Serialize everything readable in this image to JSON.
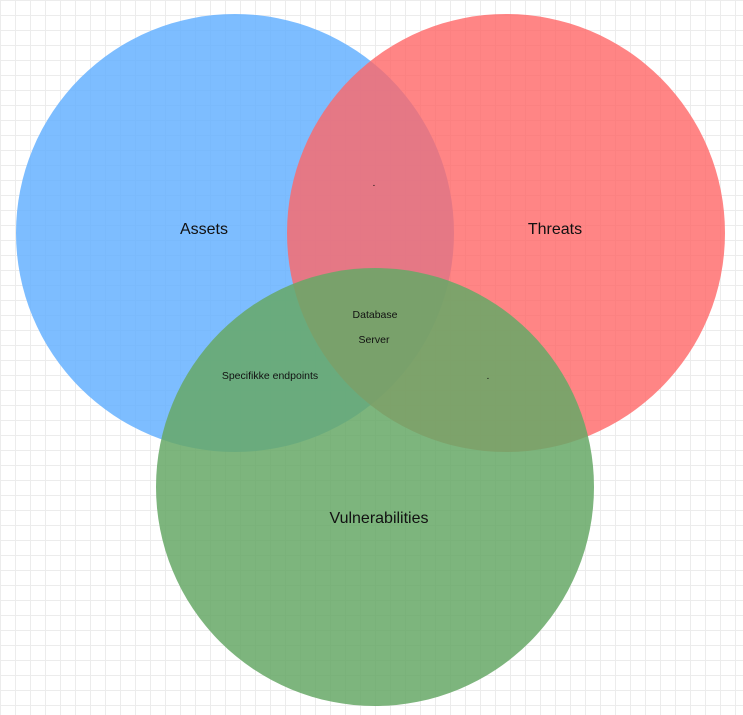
{
  "diagram": {
    "sets": [
      {
        "key": "assets",
        "label": "Assets",
        "color": "#66b2ff"
      },
      {
        "key": "threats",
        "label": "Threats",
        "color": "#ff6666"
      },
      {
        "key": "vulnerabilities",
        "label": "Vulnerabilities",
        "color": "#66a866"
      }
    ],
    "intersections": {
      "assets_vulnerabilities": "Specifikke endpoints",
      "all_three": [
        "Database",
        "Server"
      ],
      "assets_threats": ".",
      "threats_vulnerabilities": "."
    }
  }
}
